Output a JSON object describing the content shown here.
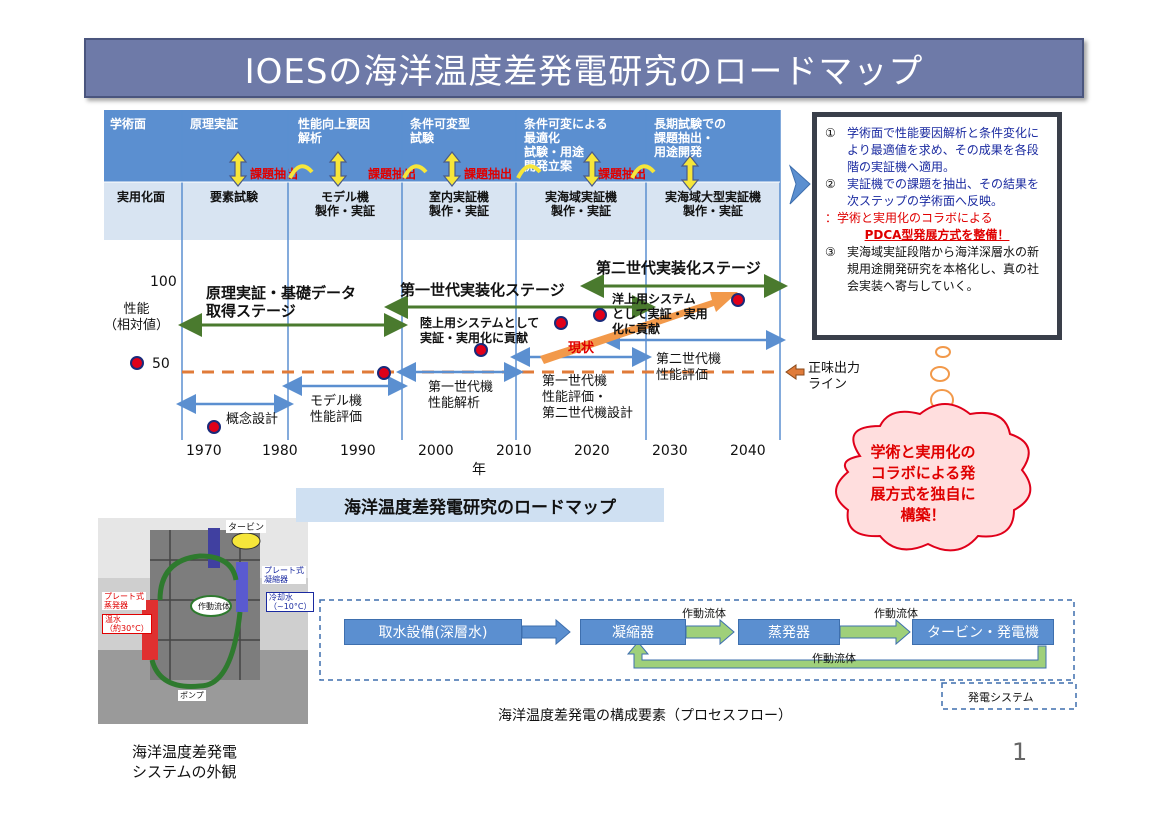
{
  "title": "IOESの海洋温度差発電研究のロードマップ",
  "table": {
    "academic_label": "学術面",
    "practical_label": "実用化面",
    "academic": [
      "原理実証",
      "性能向上要因\n解析",
      "条件可変型\n試験",
      "条件可変による\n最適化\n試験・用途\n開発立案",
      "長期試験での\n課題抽出・\n用途開発"
    ],
    "practical": [
      "要素試験",
      "モデル機\n製作・実証",
      "室内実証機\n製作・実証",
      "実海域実証機\n製作・実証",
      "実海域大型実証機\n製作・実証"
    ],
    "extract_label": "課題抽出"
  },
  "chart": {
    "y_100": "100",
    "y_50": "50",
    "ylabel": "性能\n（相対値）",
    "xlabel": "年",
    "years": [
      "1970",
      "1980",
      "1990",
      "2000",
      "2010",
      "2020",
      "2030",
      "2040"
    ],
    "stage1": "原理実証・基礎データ\n取得ステージ",
    "stage2": "第一世代実装化ステージ",
    "stage3": "第二世代実装化ステージ",
    "land_system": "陸上用システムとして\n実証・実用化に貢献",
    "ocean_system": "洋上用システム\nとして実証・実用\n化に貢献",
    "current": "現状",
    "ann_concept": "概念設計",
    "ann_model": "モデル機\n性能評価",
    "ann_gen1": "第一世代機\n性能解析",
    "ann_gen1_eval": "第一世代機\n性能評価・\n第二世代機設計",
    "ann_gen2": "第二世代機\n性能評価",
    "net_output": "正味出力\nライン"
  },
  "callout": {
    "item1_num": "①",
    "item1": "学術面で性能要因解析と条件変化により最適値を求め、その成果を各段階の実証機へ適用。",
    "item2_num": "②",
    "item2": "実証機での課題を抽出、その結果を次ステップの学術面へ反映。",
    "note1": "：学術と実用化のコラボによる",
    "note2": "PDCA型発展方式を整備！",
    "item3_num": "③",
    "item3": "実海域実証段階から海洋深層水の新規用途開発研究を本格化し、真の社会実装へ寄与していく。"
  },
  "cloud": "学術と実用化の\nコラボによる発\n展方式を独自に\n構築！",
  "caption": "海洋温度差発電研究のロードマップ",
  "photo": {
    "turbine": "タービン",
    "plate": "プレート式\n凝縮器",
    "cold": "冷却水\n（~10°C）",
    "evap": "プレート式\n蒸発器",
    "warm": "温水\n（約30°C）",
    "fluid": "作動流体",
    "pump": "ポンプ",
    "caption": "海洋温度差発電\nシステムの外観"
  },
  "flow": {
    "box1": "取水設備(深層水)",
    "box2": "凝縮器",
    "box3": "蒸発器",
    "box4": "タービン・発電機",
    "fluid1": "作動流体",
    "fluid2": "作動流体",
    "fluid3": "作動流体",
    "system_label": "発電システム",
    "caption": "海洋温度差発電の構成要素（プロセスフロー）"
  },
  "page_number": "1"
}
